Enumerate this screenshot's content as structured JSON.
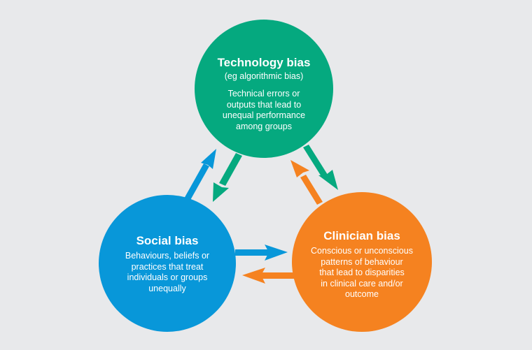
{
  "colors": {
    "background": "#e8e9eb",
    "technology": "#05a97f",
    "social": "#0897d9",
    "clinician": "#f58220",
    "text": "#ffffff"
  },
  "nodes": {
    "technology": {
      "title": "Technology bias",
      "subtitle": "(eg algorithmic bias)",
      "description_lines": [
        "Technical errors or",
        "outputs that lead to",
        "unequal performance",
        "among groups"
      ]
    },
    "social": {
      "title": "Social bias",
      "description_lines": [
        "Behaviours, beliefs or",
        "practices that treat",
        "individuals or groups",
        "unequally"
      ]
    },
    "clinician": {
      "title": "Clinician bias",
      "description_lines": [
        "Conscious or unconscious",
        "patterns of behaviour",
        "that lead to disparities",
        "in clinical care and/or",
        "outcome"
      ]
    }
  },
  "edges": [
    {
      "from": "social",
      "to": "technology",
      "color_key": "social"
    },
    {
      "from": "technology",
      "to": "social",
      "color_key": "technology"
    },
    {
      "from": "technology",
      "to": "clinician",
      "color_key": "technology"
    },
    {
      "from": "clinician",
      "to": "technology",
      "color_key": "clinician"
    },
    {
      "from": "social",
      "to": "clinician",
      "color_key": "social"
    },
    {
      "from": "clinician",
      "to": "social",
      "color_key": "clinician"
    }
  ]
}
